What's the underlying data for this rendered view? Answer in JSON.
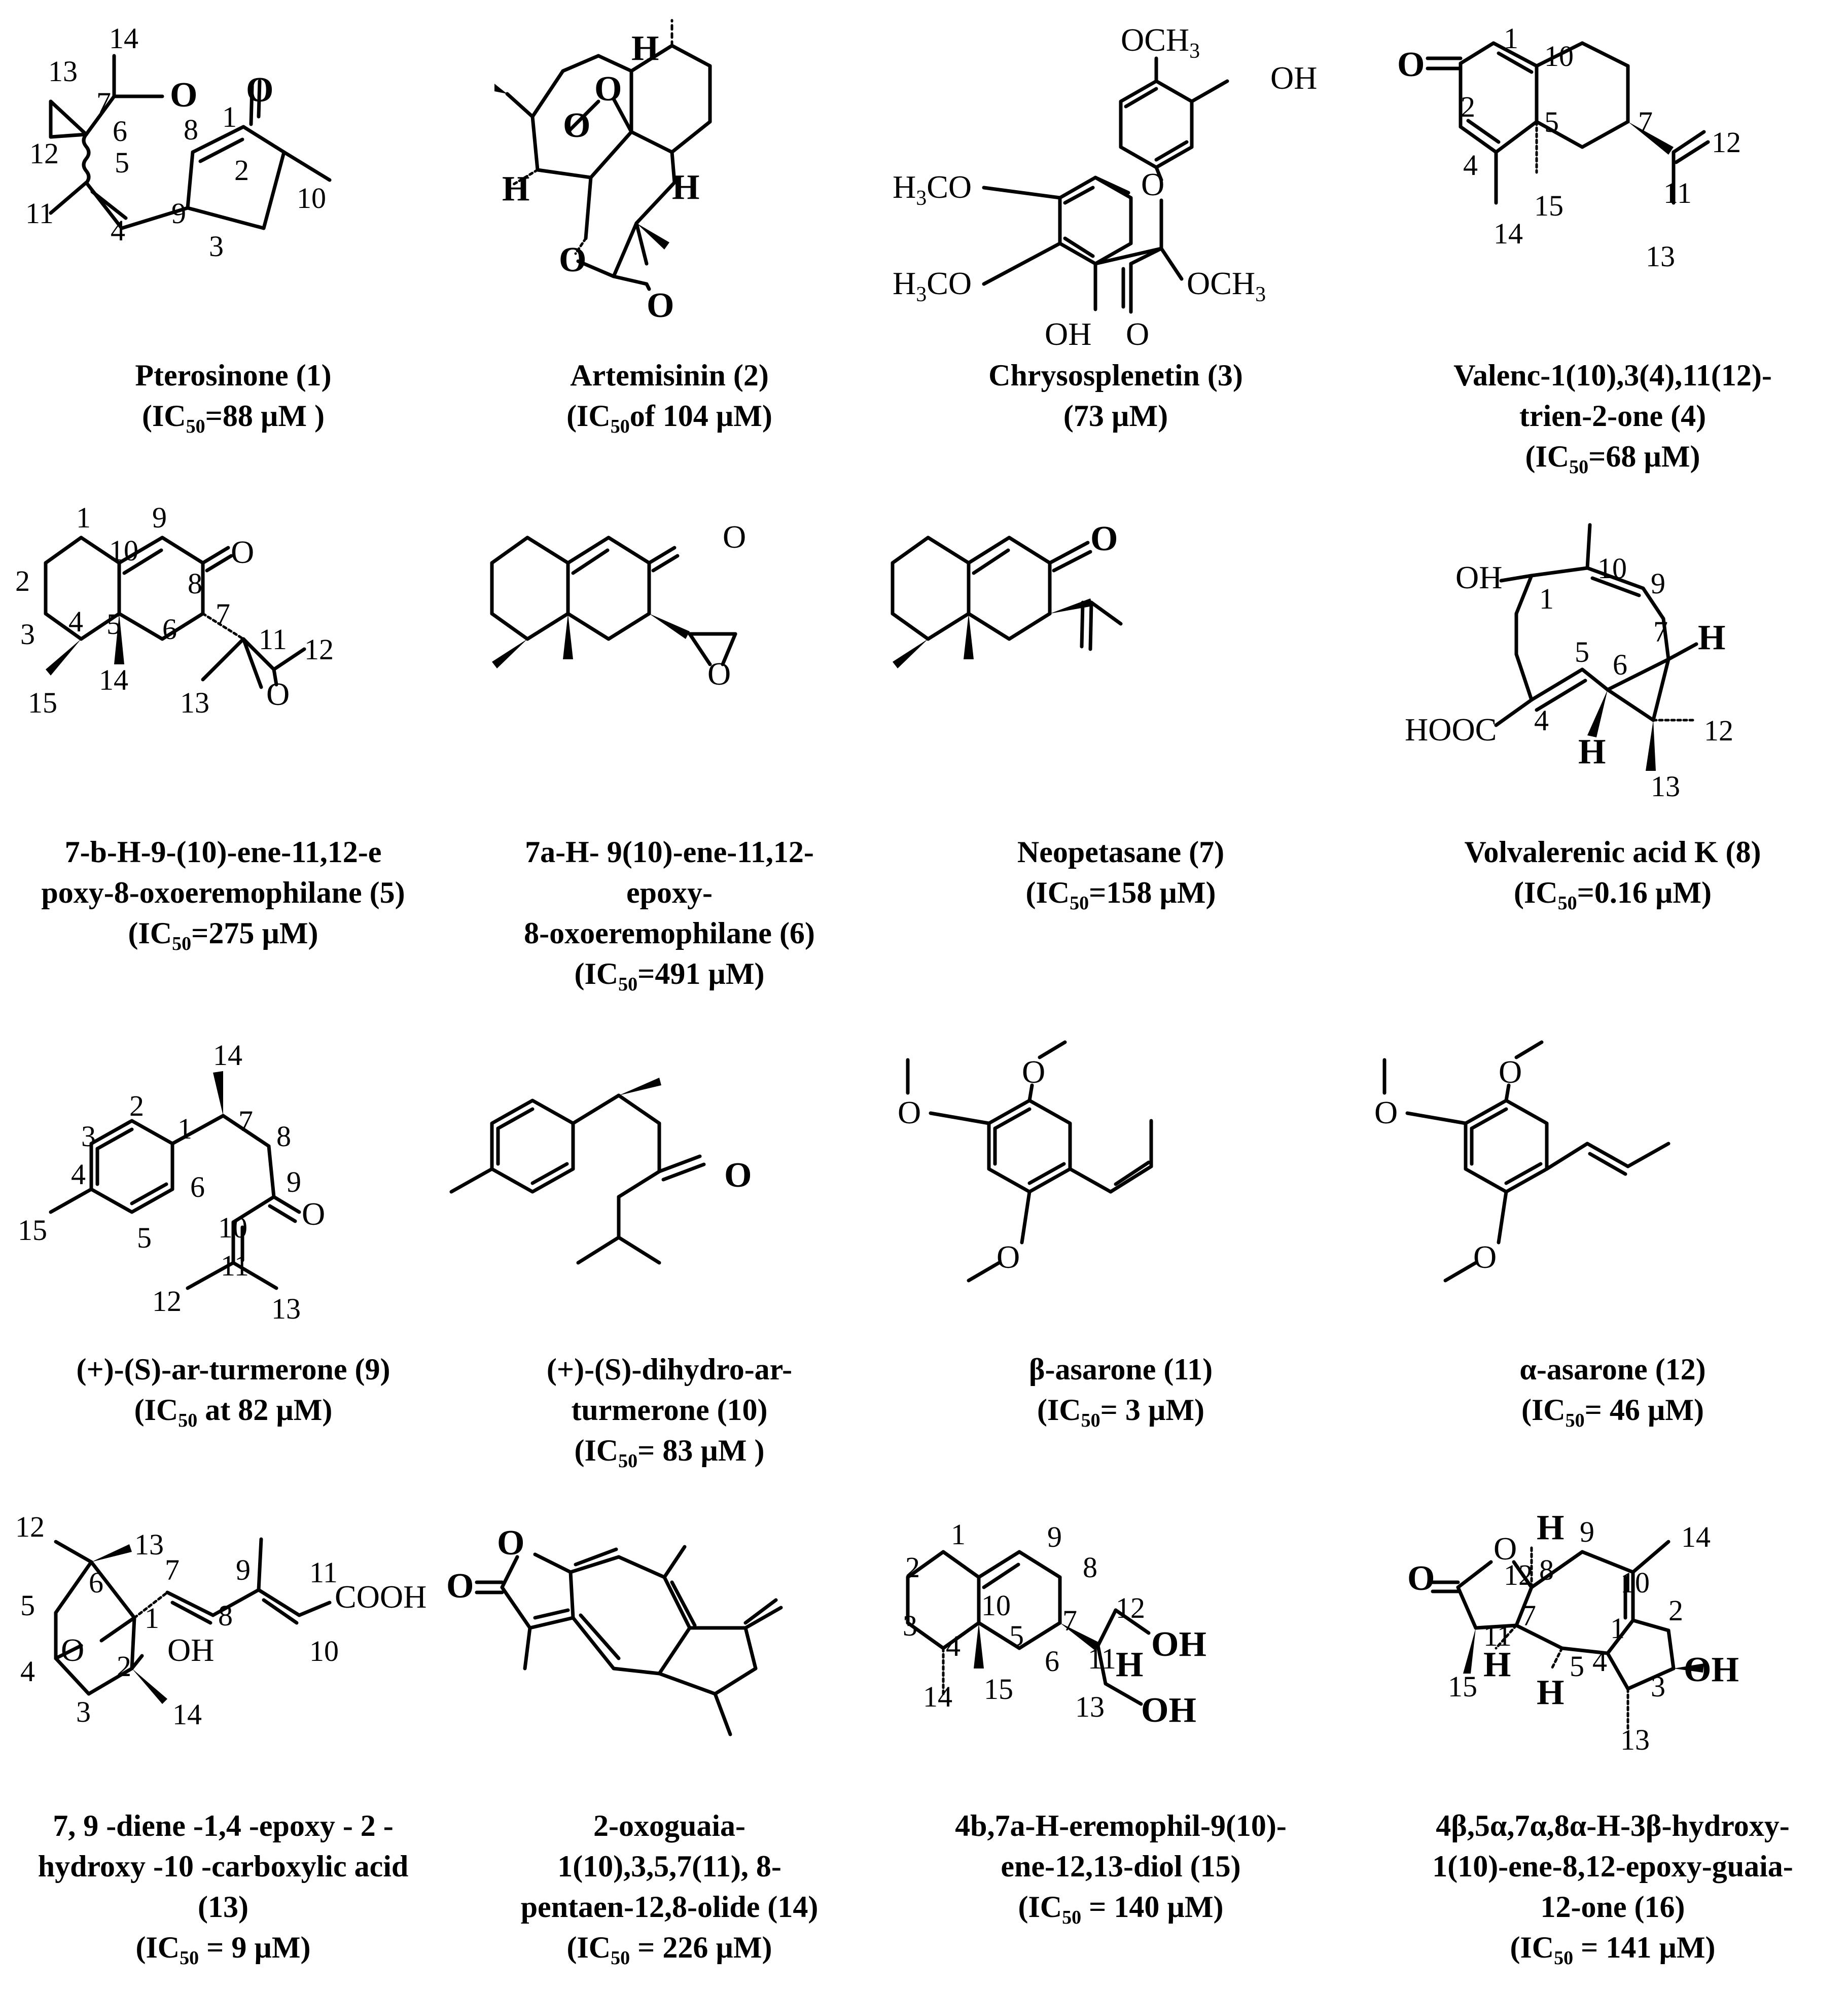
{
  "compounds": [
    {
      "id": 1,
      "name_lines": [
        "Pterosinone (1)"
      ],
      "ic50": "(IC50=88 µM )",
      "ic_prefix": "(IC",
      "ic_sub": "50",
      "ic_rest": "=88 µM )"
    },
    {
      "id": 2,
      "name_lines": [
        "Artemisinin (2)"
      ],
      "ic_prefix": "(IC",
      "ic_sub": "50",
      "ic_rest": "of 104 µM)"
    },
    {
      "id": 3,
      "name_lines": [
        "Chrysosplenetin (3)"
      ],
      "ic_prefix": "(73 µM)",
      "ic_sub": "",
      "ic_rest": ""
    },
    {
      "id": 4,
      "name_lines": [
        "Valenc-1(10),3(4),11(12)-",
        "trien-2-one (4)"
      ],
      "ic_prefix": "(IC",
      "ic_sub": "50",
      "ic_rest": "=68 µM)"
    },
    {
      "id": 5,
      "name_lines": [
        "7-b-H-9-(10)-ene-11,12-e",
        "poxy-8-oxoeremophilane (5)"
      ],
      "ic_prefix": "(IC",
      "ic_sub": "50",
      "ic_rest": "=275 µM)"
    },
    {
      "id": 6,
      "name_lines": [
        "7a-H- 9(10)-ene-11,12-",
        "epoxy-",
        "8-oxoeremophilane (6)"
      ],
      "ic_prefix": "(IC",
      "ic_sub": "50",
      "ic_rest": "=491 µM)"
    },
    {
      "id": 7,
      "name_lines": [
        "Neopetasane (7)"
      ],
      "ic_prefix": "(IC",
      "ic_sub": "50",
      "ic_rest": "=158 µM)"
    },
    {
      "id": 8,
      "name_lines": [
        "Volvalerenic acid K (8)"
      ],
      "ic_prefix": "(IC",
      "ic_sub": "50",
      "ic_rest": "=0.16 µM)"
    },
    {
      "id": 9,
      "name_lines": [
        "(+)-(S)-ar-turmerone (9)"
      ],
      "ic_prefix": "(IC",
      "ic_sub": "50",
      "ic_rest": " at 82 µM)"
    },
    {
      "id": 10,
      "name_lines": [
        "(+)-(S)-dihydro-ar-",
        "turmerone (10)"
      ],
      "ic_prefix": "(IC",
      "ic_sub": "50",
      "ic_rest": "= 83 µM )"
    },
    {
      "id": 11,
      "name_lines": [
        "β-asarone (11)"
      ],
      "ic_prefix": "(IC",
      "ic_sub": "50",
      "ic_rest": "= 3 µM)"
    },
    {
      "id": 12,
      "name_lines": [
        "α-asarone (12)"
      ],
      "ic_prefix": "(IC",
      "ic_sub": "50",
      "ic_rest": "= 46 µM)"
    },
    {
      "id": 13,
      "name_lines": [
        "7, 9 -diene -1,4 -epoxy - 2 -",
        "hydroxy -10 -carboxylic acid",
        "(13)"
      ],
      "ic_prefix": "(IC",
      "ic_sub": "50",
      "ic_rest": " = 9 µM)"
    },
    {
      "id": 14,
      "name_lines": [
        "2-oxoguaia-",
        "1(10),3,5,7(11), 8-",
        "pentaen-12,8-olide (14)"
      ],
      "ic_prefix": "(IC",
      "ic_sub": "50",
      "ic_rest": " = 226 µM)"
    },
    {
      "id": 15,
      "name_lines": [
        "4b,7a-H-eremophil-9(10)-",
        "ene-12,13-diol (15)"
      ],
      "ic_prefix": "(IC",
      "ic_sub": "50",
      "ic_rest": " = 140 µM)"
    },
    {
      "id": 16,
      "name_lines": [
        "4β,5α,7α,8α-H-3β-hydroxy-",
        "1(10)-ene-8,12-epoxy-guaia-",
        "12-one (16)"
      ],
      "ic_prefix": "(IC",
      "ic_sub": "50",
      "ic_rest": " = 141 µM)"
    }
  ],
  "structure_labels": {
    "s1": {
      "n14": "14",
      "n13": "13",
      "n7": "7",
      "n6": "6",
      "n12": "12",
      "n5": "5",
      "n11": "11",
      "n4": "4",
      "n8": "8",
      "n1": "1",
      "n2": "2",
      "n3": "3",
      "n9": "9",
      "n10": "10",
      "o7": "O",
      "o1": "O"
    },
    "s2": {
      "h1": "H",
      "h2": "H",
      "h3": "H",
      "o1": "O",
      "o2": "O",
      "o3": "O",
      "o4": "O"
    },
    "s3": {
      "ome1": "OCH",
      "ome1s": "3",
      "oh1": "OH",
      "h3co1": "H",
      "h3co1s": "3",
      "h3co1r": "CO",
      "h3co2": "H",
      "h3co2s": "3",
      "h3co2r": "CO",
      "oring": "O",
      "ome2": "OCH",
      "ome2s": "3",
      "oh2": "OH",
      "o4": "O"
    },
    "s4": {
      "o": "O",
      "n1": "1",
      "n10": "10",
      "n2": "2",
      "n5": "5",
      "n7": "7",
      "n12": "12",
      "n4": "4",
      "n11": "11",
      "n15": "15",
      "n14": "14",
      "n13": "13"
    },
    "s5": {
      "n1": "1",
      "n9": "9",
      "o": "O",
      "n10": "10",
      "n8": "8",
      "n2": "2",
      "n5": "5",
      "n6": "6",
      "n7": "7",
      "n11": "11",
      "n12": "12",
      "n3": "3",
      "n4": "4",
      "n14": "14",
      "n15": "15",
      "n13": "13",
      "oe": "O"
    },
    "s6": {
      "o": "O",
      "oe": "O"
    },
    "s7": {
      "o": "O"
    },
    "s8": {
      "oh": "OH",
      "n10": "10",
      "n9": "9",
      "n1": "1",
      "n5": "5",
      "n7": "7",
      "h1": "H",
      "n6": "6",
      "cooh": "HOOC",
      "n4": "4",
      "n12": "12",
      "h2": "H",
      "n13": "13"
    },
    "s9": {
      "n14": "14",
      "n2": "2",
      "n1": "1",
      "n7": "7",
      "n8": "8",
      "n3": "3",
      "n4": "4",
      "n6": "6",
      "n9": "9",
      "n10": "10",
      "o": "O",
      "n15": "15",
      "n5": "5",
      "n11": "11",
      "n12": "12",
      "n13": "13"
    },
    "s10": {
      "o": "O"
    },
    "s11": {
      "o1": "O",
      "o2": "O",
      "o3": "O"
    },
    "s12": {
      "o1": "O",
      "o2": "O",
      "o3": "O"
    },
    "s13": {
      "n12": "12",
      "n13": "13",
      "n6": "6",
      "n7": "7",
      "n9": "9",
      "n11": "11",
      "cooh": "COOH",
      "n5": "5",
      "n1": "1",
      "oh": "OH",
      "n8": "8",
      "o": "O",
      "n4": "4",
      "n2": "2",
      "n10": "10",
      "n3": "3",
      "n14": "14"
    },
    "s14": {
      "o1": "O",
      "o2": "O"
    },
    "s15": {
      "n1": "1",
      "n9": "9",
      "n2": "2",
      "n10": "10",
      "n8": "8",
      "n12": "12",
      "n3": "3",
      "n5": "5",
      "n7": "7",
      "oh1": "OH",
      "n4": "4",
      "n6": "6",
      "n11": "11",
      "h": "H",
      "n14": "14",
      "n15": "15",
      "n13": "13",
      "oh2": "OH"
    },
    "s16": {
      "h1": "H",
      "n9": "9",
      "n14": "14",
      "o1": "O",
      "n12": "12",
      "n8": "8",
      "o2": "O",
      "n10": "10",
      "n7": "7",
      "n2": "2",
      "n11": "11",
      "n1": "1",
      "h2": "H",
      "n4": "4",
      "n5": "5",
      "oh": "OH",
      "n15": "15",
      "h3": "H",
      "n3": "3",
      "n13": "13"
    }
  }
}
